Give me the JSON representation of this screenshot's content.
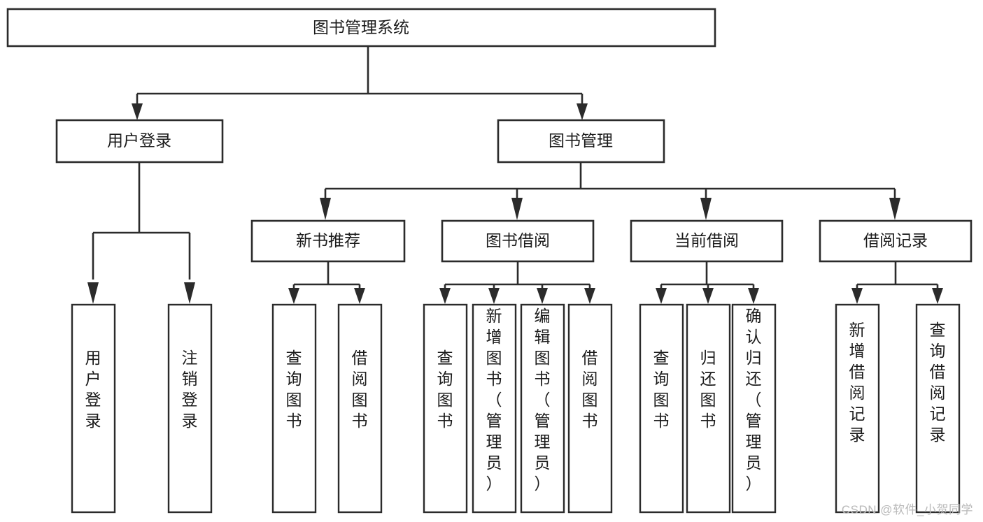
{
  "diagram": {
    "type": "tree",
    "orientation": "top-down",
    "watermark": "CSDN @软件_小贺同学",
    "root": {
      "id": "root",
      "label": "图书管理系统"
    },
    "level2": [
      {
        "id": "user-login",
        "label": "用户登录"
      },
      {
        "id": "book-management",
        "label": "图书管理"
      }
    ],
    "level3": [
      {
        "id": "new-book-recommend",
        "label": "新书推荐",
        "parent": "book-management"
      },
      {
        "id": "book-borrow",
        "label": "图书借阅",
        "parent": "book-management"
      },
      {
        "id": "current-borrow",
        "label": "当前借阅",
        "parent": "book-management"
      },
      {
        "id": "borrow-record",
        "label": "借阅记录",
        "parent": "book-management"
      }
    ],
    "leaves": [
      {
        "id": "leaf-user-login",
        "label": "用户登录",
        "parent": "user-login"
      },
      {
        "id": "leaf-logout-login",
        "label": "注销登录",
        "parent": "user-login"
      },
      {
        "id": "leaf-query-book-1",
        "label": "查询图书",
        "parent": "new-book-recommend"
      },
      {
        "id": "leaf-borrow-book-1",
        "label": "借阅图书",
        "parent": "new-book-recommend"
      },
      {
        "id": "leaf-query-book-2",
        "label": "查询图书",
        "parent": "book-borrow"
      },
      {
        "id": "leaf-add-book",
        "label": "新增图书（管理员）",
        "parent": "book-borrow"
      },
      {
        "id": "leaf-edit-book",
        "label": "编辑图书（管理员）",
        "parent": "book-borrow"
      },
      {
        "id": "leaf-borrow-book-2",
        "label": "借阅图书",
        "parent": "book-borrow"
      },
      {
        "id": "leaf-query-book-3",
        "label": "查询图书",
        "parent": "current-borrow"
      },
      {
        "id": "leaf-return-book",
        "label": "归还图书",
        "parent": "current-borrow"
      },
      {
        "id": "leaf-confirm-return",
        "label": "确认归还（管理员）",
        "parent": "current-borrow"
      },
      {
        "id": "leaf-add-record",
        "label": "新增借阅记录",
        "parent": "borrow-record"
      },
      {
        "id": "leaf-query-record",
        "label": "查询借阅记录",
        "parent": "borrow-record"
      }
    ],
    "colors": {
      "stroke": "#2b2b2b",
      "fill": "#ffffff",
      "text": "#1b1b1b",
      "watermark": "#b9b9b9"
    }
  }
}
